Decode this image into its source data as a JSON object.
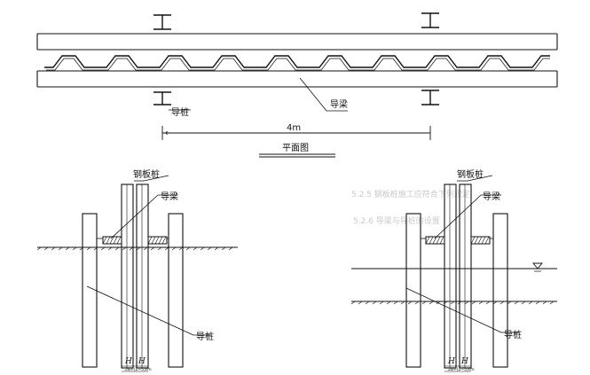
{
  "plan_view": {
    "dimension_label": "4m",
    "dimension_arrow_tip": "←",
    "caption": "平面图",
    "guide_pile_label": "导桩",
    "guide_beam_label": "导梁"
  },
  "section_left": {
    "sheet_pile_label": "钢板桩",
    "guide_beam_label": "导梁",
    "guide_pile_label": "导桩",
    "width_labels": [
      "H",
      "H"
    ],
    "width_note": "2B+(2~5)cm"
  },
  "section_right": {
    "sheet_pile_label": "钢板桩",
    "guide_beam_label": "导梁",
    "guide_pile_label": "导桩",
    "width_labels": [
      "H",
      "H"
    ],
    "width_note": "2B+(2~5)cm"
  },
  "background_text": {
    "lines": [
      "5.2.5  钢板桩施工应符合下列规定",
      "5.2.6  导梁与导桩的设置"
    ]
  }
}
